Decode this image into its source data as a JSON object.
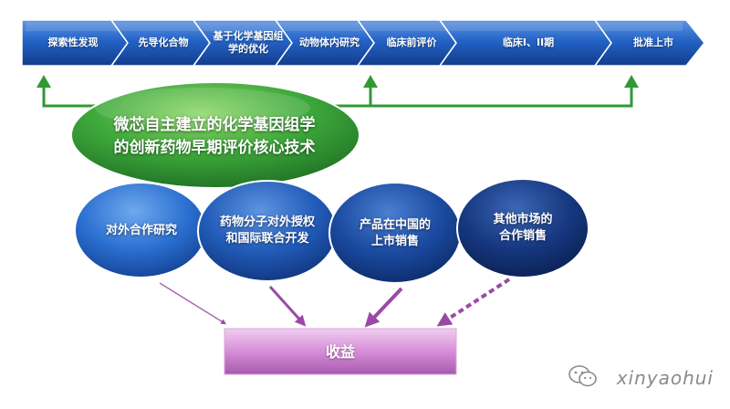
{
  "pipeline": {
    "stages": [
      {
        "label": "探索性发现"
      },
      {
        "label": "先导化合物"
      },
      {
        "label": "基于化学基因组学的优化"
      },
      {
        "label": "动物体内研究"
      },
      {
        "label": "临床前评价"
      },
      {
        "label": "临床I、II期"
      },
      {
        "label": "批准上市"
      }
    ]
  },
  "core": {
    "line1": "微芯自主建立的化学基因组学",
    "line2": "的创新药物早期评价核心技术"
  },
  "channels": [
    {
      "line1": "对外合作研究",
      "line2": ""
    },
    {
      "line1": "药物分子对外授权",
      "line2": "和国际联合开发"
    },
    {
      "line1": "产品在中国的",
      "line2": "上市销售"
    },
    {
      "line1": "其他市场的",
      "line2": "合作销售"
    }
  ],
  "revenue": {
    "label": "收益"
  },
  "watermark": {
    "text": "xinyaohui",
    "icon": "wechat-icon"
  },
  "colors": {
    "pipeline_blue": "#1a5ab8",
    "core_green": "#2f9a34",
    "channel_blue": "#1a4f9e",
    "channel_dark": "#12306b",
    "revenue_pink": "#c06fc4",
    "arrow_purple": "#9a4aa6"
  }
}
